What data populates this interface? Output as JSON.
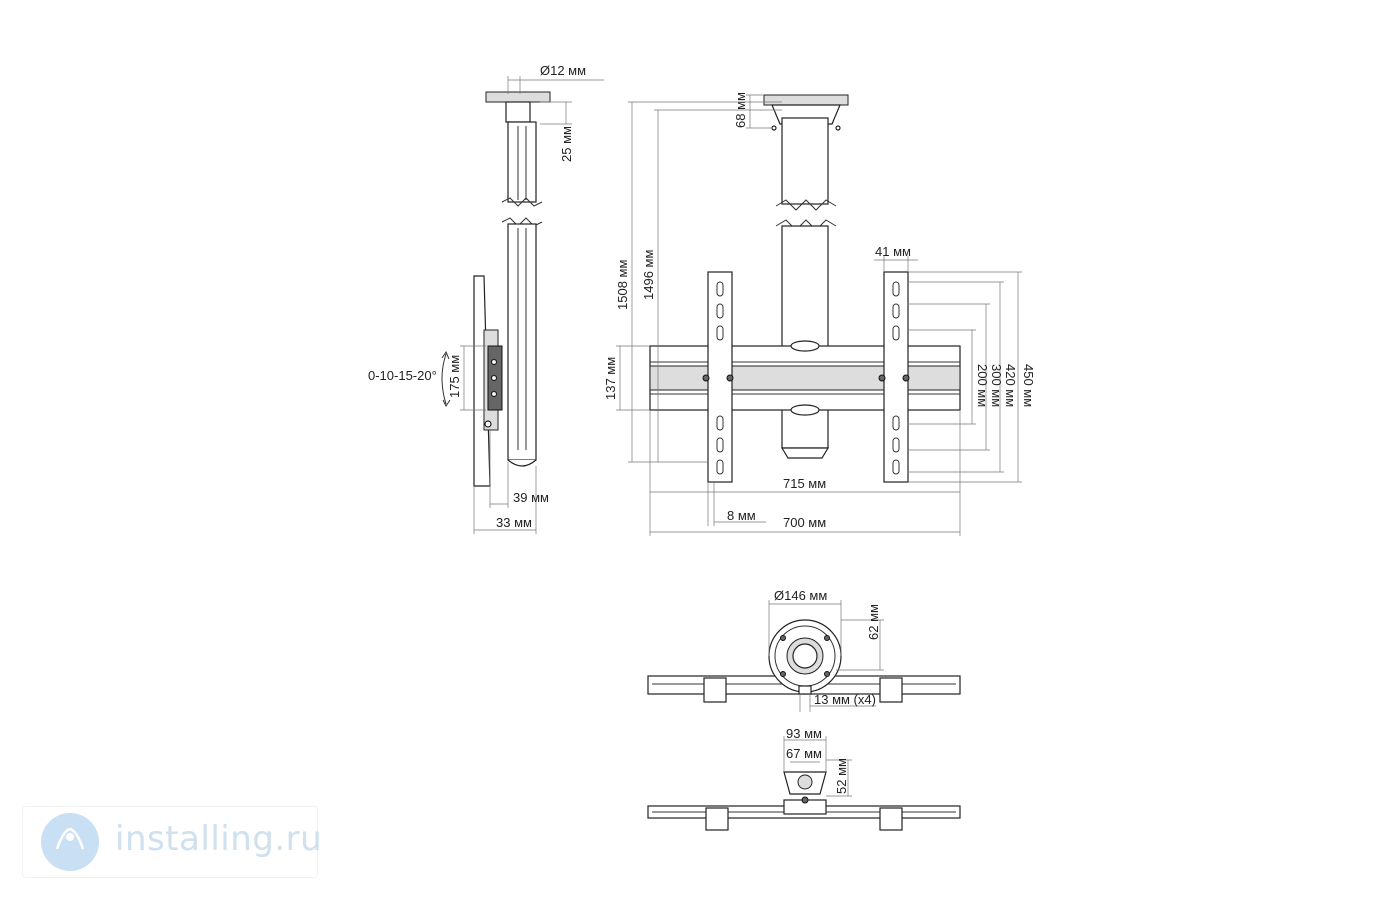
{
  "diagram": {
    "side_view": {
      "pipe_diameter": "Ø12 мм",
      "top_offset": "25 мм",
      "tilt_range": "0-10-15-20°",
      "bracket_height": "175 мм",
      "depth_inner": "39 мм",
      "depth_outer": "33 мм"
    },
    "front_view": {
      "plate_height": "68 мм",
      "total_height_max": "1508 мм",
      "total_height_min": "1496 мм",
      "rail_height": "137 мм",
      "arm_width": "41 мм",
      "vesa_450": "450 мм",
      "vesa_420": "420 мм",
      "vesa_300": "300 мм",
      "vesa_200": "200 мм",
      "rail_width": "715 мм",
      "arm_offset": "8 мм",
      "overall_width": "700 мм"
    },
    "top_view": {
      "plate_diameter": "Ø146 мм",
      "plate_depth": "62 мм",
      "holes": "13 мм (x4)"
    },
    "bottom_view": {
      "width_outer": "93 мм",
      "width_inner": "67 мм",
      "depth": "52 мм"
    }
  },
  "watermark": {
    "text": "installing.ru",
    "logo_icon": "installing-logo-icon"
  },
  "colors": {
    "line": "#333333",
    "watermark": "#cfe0ef"
  }
}
